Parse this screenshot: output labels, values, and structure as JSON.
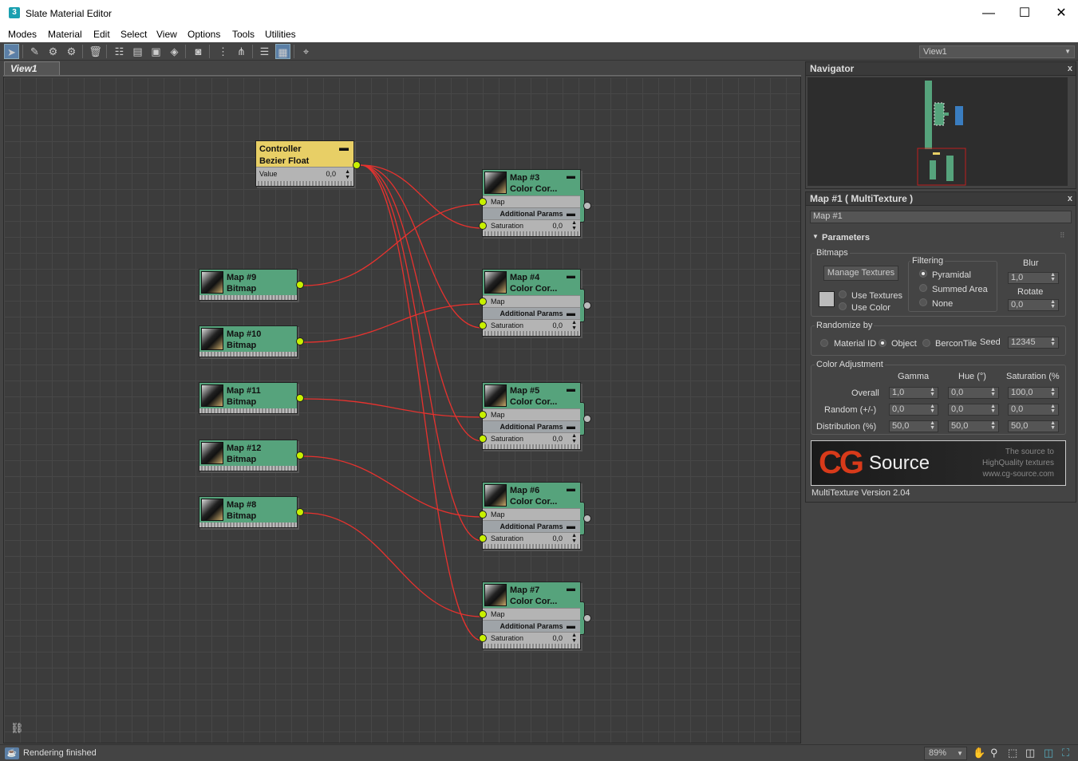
{
  "window": {
    "title": "Slate Material Editor",
    "app_icon_glyph": "3",
    "minimize": "—",
    "maximize": "☐",
    "close": "✕"
  },
  "menu": [
    "Modes",
    "Material",
    "Edit",
    "Select",
    "View",
    "Options",
    "Tools",
    "Utilities"
  ],
  "toolbar": {
    "view_selector": "View1"
  },
  "view": {
    "tab_label": "View1"
  },
  "nodes": {
    "controller": {
      "line1": "Controller",
      "line2": "Bezier Float",
      "param_label": "Value",
      "param_value": "0,0"
    },
    "bitmaps": [
      {
        "line1": "Map #9",
        "line2": "Bitmap"
      },
      {
        "line1": "Map #10",
        "line2": "Bitmap"
      },
      {
        "line1": "Map #11",
        "line2": "Bitmap"
      },
      {
        "line1": "Map #12",
        "line2": "Bitmap"
      },
      {
        "line1": "Map #8",
        "line2": "Bitmap"
      }
    ],
    "colorcorrect": [
      {
        "line1": "Map #3",
        "line2": "Color Cor...",
        "map_label": "Map",
        "sub_label": "Additional Params",
        "sat_label": "Saturation",
        "sat_value": "0,0"
      },
      {
        "line1": "Map #4",
        "line2": "Color Cor...",
        "map_label": "Map",
        "sub_label": "Additional Params",
        "sat_label": "Saturation",
        "sat_value": "0,0"
      },
      {
        "line1": "Map #5",
        "line2": "Color Cor...",
        "map_label": "Map",
        "sub_label": "Additional Params",
        "sat_label": "Saturation",
        "sat_value": "0,0"
      },
      {
        "line1": "Map #6",
        "line2": "Color Cor...",
        "map_label": "Map",
        "sub_label": "Additional Params",
        "sat_label": "Saturation",
        "sat_value": "0,0"
      },
      {
        "line1": "Map #7",
        "line2": "Color Cor...",
        "map_label": "Map",
        "sub_label": "Additional Params",
        "sat_label": "Saturation",
        "sat_value": "0,0"
      }
    ]
  },
  "navigator": {
    "title": "Navigator",
    "close": "x"
  },
  "params": {
    "title": "Map #1  ( MultiTexture )",
    "close": "x",
    "name_field": "Map #1",
    "rollout": "Parameters",
    "bitmaps_group": "Bitmaps",
    "manage_textures": "Manage Textures",
    "use_textures": "Use Textures",
    "use_color": "Use Color",
    "filtering": {
      "label": "Filtering",
      "options": [
        "Pyramidal",
        "Summed Area",
        "None"
      ],
      "selected": "Pyramidal"
    },
    "blur": {
      "label": "Blur",
      "value": "1,0"
    },
    "rotate": {
      "label": "Rotate",
      "value": "0,0"
    },
    "randomize": {
      "label": "Randomize by",
      "options": [
        "Material ID",
        "Object",
        "BerconTile"
      ],
      "selected": "Object",
      "seed_label": "Seed",
      "seed_value": "12345"
    },
    "color_adj": {
      "label": "Color Adjustment",
      "columns": [
        "Gamma",
        "Hue (°)",
        "Saturation (%"
      ],
      "rows": [
        {
          "label": "Overall",
          "values": [
            "1,0",
            "0,0",
            "100,0"
          ]
        },
        {
          "label": "Random (+/-)",
          "values": [
            "0,0",
            "0,0",
            "0,0"
          ]
        },
        {
          "label": "Distribution (%)",
          "values": [
            "50,0",
            "50,0",
            "50,0"
          ]
        }
      ]
    },
    "banner": {
      "cg": "CG",
      "source": "Source",
      "tag1": "The source to",
      "tag2": "HighQuality textures",
      "url": "www.cg-source.com"
    },
    "version": "MultiTexture Version 2.04"
  },
  "status": {
    "text": "Rendering finished",
    "zoom": "89%"
  },
  "colors": {
    "wire": "#e8322e",
    "node_green": "#56a37c",
    "controller_yellow": "#e8cf66",
    "port": "#c8f000"
  }
}
